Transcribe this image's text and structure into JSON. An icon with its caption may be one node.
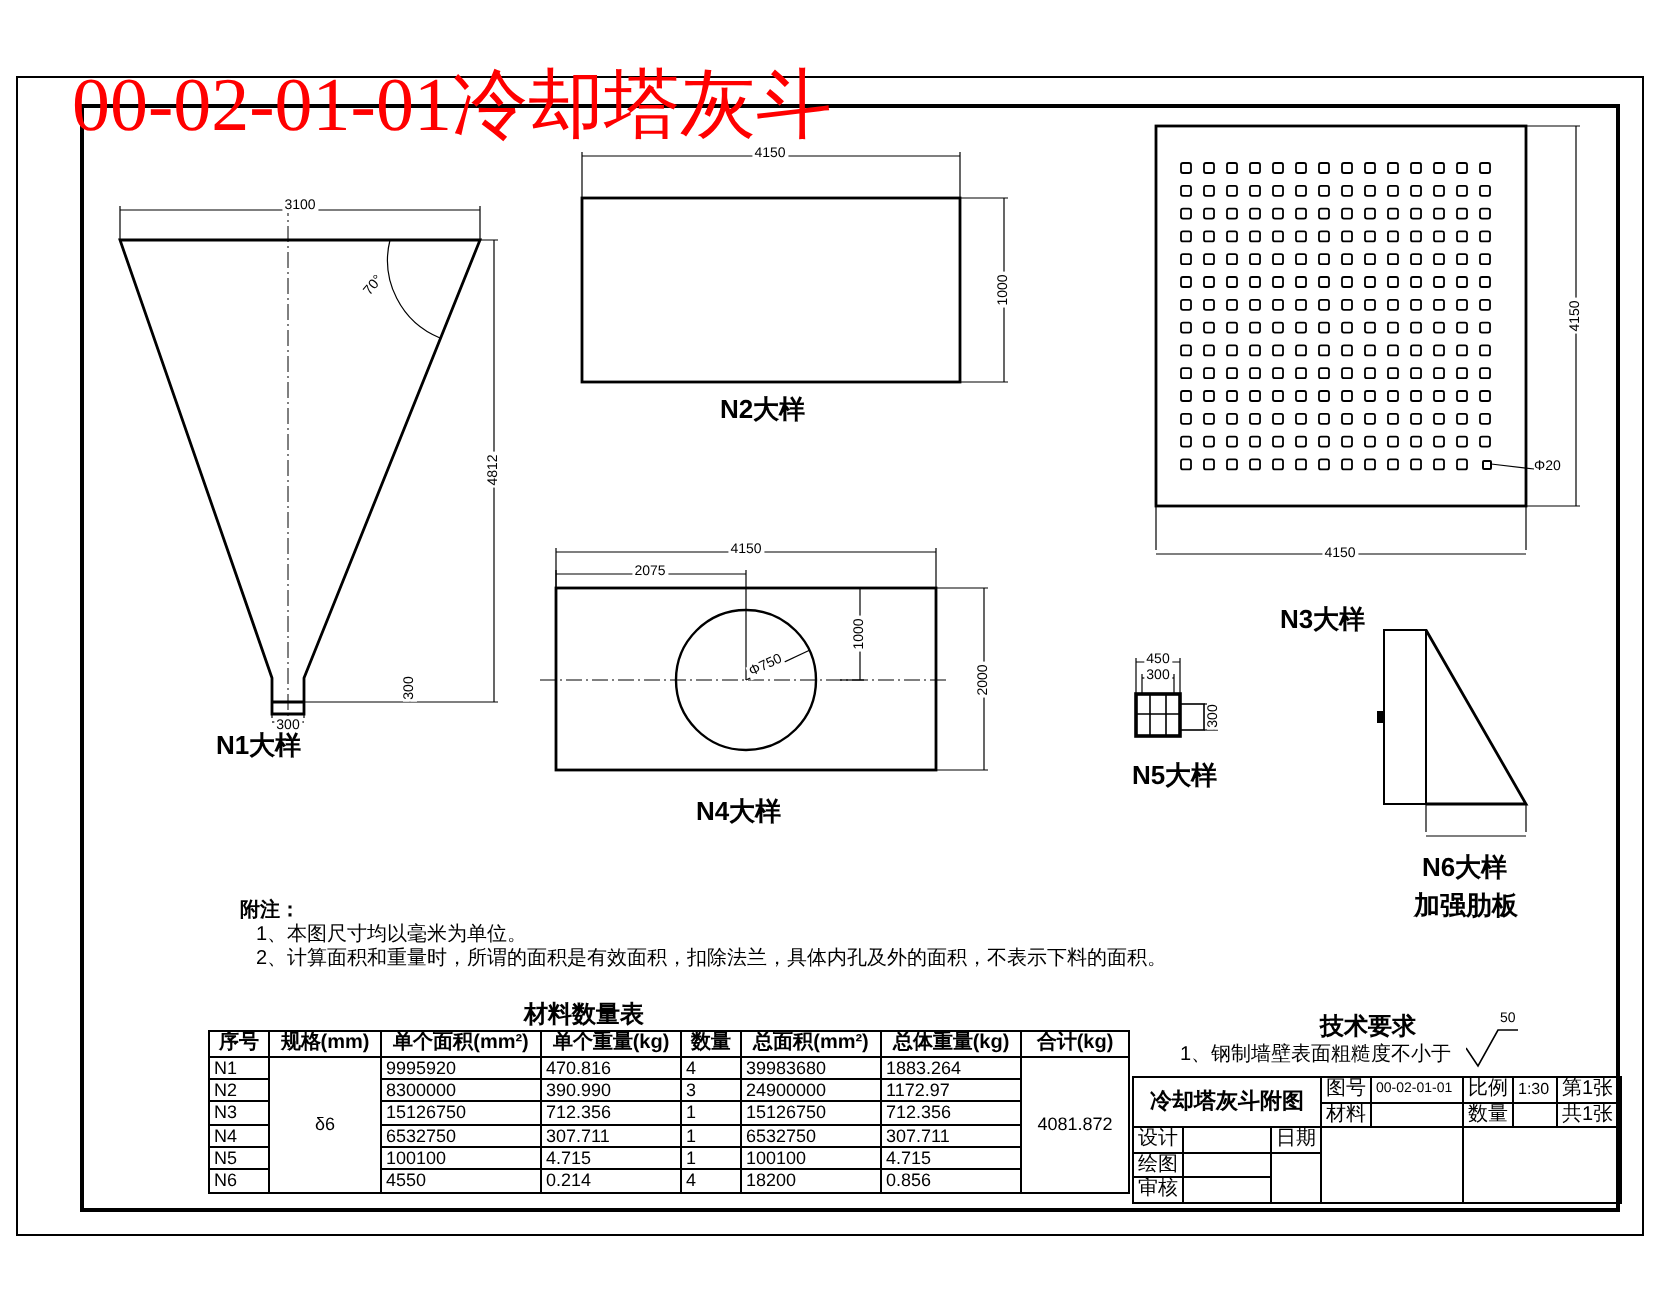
{
  "diagram": {
    "title": "00-02-01-01冷却塔灰斗",
    "nodes": [
      {
        "text": [
          "N1大样"
        ]
      },
      {
        "text": [
          "N2大样"
        ]
      },
      {
        "text": [
          "N3大样"
        ]
      },
      {
        "text": [
          "N4大样"
        ]
      },
      {
        "text": [
          "N5大样"
        ]
      },
      {
        "text": [
          "N6大样",
          "加强肋板"
        ]
      },
      {
        "text": [
          "Φ20"
        ]
      },
      {
        "text": [],
        "shape": "box",
        "in": 2
      }
    ],
    "edges": [
      {
        "from": 6,
        "to": 7,
        "arrow": "none"
      }
    ],
    "labels": [
      "3100",
      "70°",
      "4812",
      "300",
      "300",
      "4150",
      "1000",
      "4150",
      "4150",
      "4150",
      "2075",
      "Φ750",
      "1000",
      "2000",
      "450",
      "300",
      "300",
      "附注：",
      "1、本图尺寸均以毫米为单位。",
      "2、计算面积和重量时，所谓的面积是有效面积，扣除法兰，具体内孔及外的面积，不表示下料的面积。",
      "材料数量表",
      "序号",
      "规格(mm)",
      "单个面积(mm²)",
      "单个重量(kg)",
      "数量",
      "总面积(mm²)",
      "总体重量(kg)",
      "合计(kg)",
      "N1",
      "δ6",
      "9995920",
      "470.816",
      "4",
      "39983680",
      "1883.264",
      "4081.872",
      "N2",
      "8300000",
      "390.990",
      "3",
      "24900000",
      "1172.97",
      "N3",
      "15126750",
      "712.356",
      "1",
      "15126750",
      "712.356",
      "N4",
      "6532750",
      "307.711",
      "1",
      "6532750",
      "307.711",
      "N5",
      "100100",
      "4.715",
      "1",
      "100100",
      "4.715",
      "N6",
      "4550",
      "0.214",
      "4",
      "18200",
      "0.856",
      "技术要求",
      "1、钢制墙壁表面粗糙度不小于",
      "50",
      "冷却塔灰斗附图",
      "图号",
      "00-02-01-01",
      "比例",
      "1:30",
      "第1张",
      "材料",
      "数量",
      "共1张",
      "设计",
      "日期",
      "绘图",
      "审核"
    ]
  }
}
